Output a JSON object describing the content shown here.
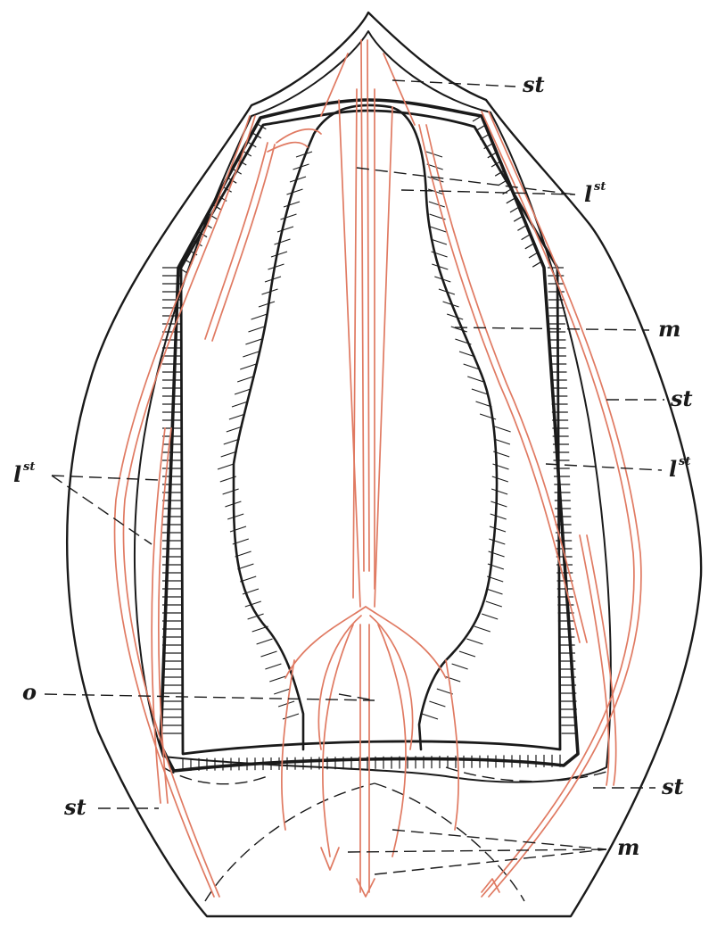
{
  "figure": {
    "labels": {
      "st_top": "st",
      "lst_upper": "l",
      "lst_upper_sup": "st",
      "m_mid": "m",
      "st_right": "st",
      "lst_right": "l",
      "lst_right_sup": "st",
      "lst_left": "l",
      "lst_left_sup": "st",
      "o": "o",
      "st_lower_left": "st",
      "st_lower_right": "st",
      "m_bottom": "m"
    },
    "colors": {
      "outline": "#1a1a1a",
      "vessels": "#e07a62",
      "background": "#ffffff"
    }
  }
}
